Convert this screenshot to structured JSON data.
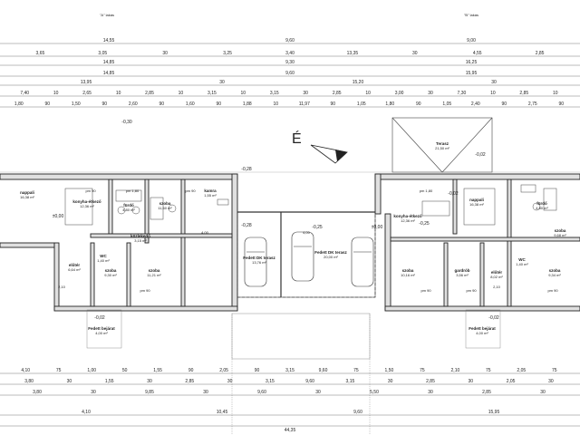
{
  "title_a": "\"A\" lakás",
  "title_b": "\"B\" lakás",
  "north_label": "É",
  "top_dims": {
    "row1": [
      "14,55",
      "9,60",
      "9,00"
    ],
    "row2": [
      "3,65",
      "3,05",
      "30",
      "3,25",
      "3,40",
      "13,35",
      "30",
      "4,55",
      "2,85"
    ],
    "row3": [
      "14,85",
      "9,30",
      "16,25"
    ],
    "row4": [
      "14,85",
      "9,60",
      "15,95"
    ],
    "row5": [
      "13,95",
      "30",
      "15,20",
      "30"
    ],
    "row6": [
      "7,40",
      "10",
      "2,65",
      "10",
      "2,85",
      "10",
      "3,15",
      "10",
      "3,15",
      "30",
      "2,85",
      "10",
      "3,00",
      "30",
      "7,30",
      "10",
      "2,85",
      "10"
    ],
    "row7": [
      "1,80",
      "90",
      "1,50",
      "90",
      "2,60",
      "90",
      "1,60",
      "90",
      "1,88",
      "10",
      "11,97",
      "90",
      "1,05",
      "1,80",
      "90",
      "1,05",
      "2,40",
      "90",
      "2,75",
      "90"
    ]
  },
  "bottom_dims": {
    "row1": [
      "4,10",
      "75",
      "1,00",
      "50",
      "1,55",
      "90",
      "2,05",
      "90",
      "3,15",
      "9,60",
      "75",
      "1,50",
      "75",
      "2,10",
      "75",
      "2,05",
      "75"
    ],
    "row2": [
      "3,80",
      "30",
      "1,55",
      "30",
      "2,85",
      "30",
      "3,15",
      "9,60",
      "3,15",
      "30",
      "2,85",
      "30",
      "2,05",
      "30"
    ],
    "row3": [
      "3,80",
      "30",
      "9,85",
      "30",
      "9,60",
      "30",
      "5,50",
      "30",
      "2,85",
      "30"
    ],
    "row4": [
      "4,10",
      "10,45",
      "9,60",
      "15,95"
    ],
    "total": "44,35"
  },
  "levels": [
    "-0,30",
    "-0,28",
    "-0,28",
    "±0,00",
    "±0,00",
    "-0,02",
    "-0,25",
    "-0,02",
    "-0,02",
    "-0,25",
    "-0,02"
  ],
  "rooms": [
    {
      "name": "nappali",
      "sub": "16,38 m²"
    },
    {
      "name": "konyha-étkező",
      "sub": "12,36 m²"
    },
    {
      "name": "fürdő",
      "sub": "4,80 m²"
    },
    {
      "name": "szoba",
      "sub": "11,60 m²"
    },
    {
      "name": "kamra",
      "sub": "1,55 m²"
    },
    {
      "name": "közlekedő",
      "sub": "3,15 m²"
    },
    {
      "name": "előtér",
      "sub": "6,64 m²"
    },
    {
      "name": "szoba",
      "sub": "9,30 m²"
    },
    {
      "name": "szoba",
      "sub": "11,21 m²"
    },
    {
      "name": "WC",
      "sub": "1,40 m²"
    },
    {
      "name": "Fedett DK terasz",
      "sub": "13,76 m²"
    },
    {
      "name": "Fedett DK terasz",
      "sub": "20,00 m²"
    },
    {
      "name": "Terasz",
      "sub": "21,50 m²"
    },
    {
      "name": "konyha-étkező",
      "sub": "12,36 m²"
    },
    {
      "name": "nappali",
      "sub": "16,38 m²"
    },
    {
      "name": "fürdő",
      "sub": "4,80 m²"
    },
    {
      "name": "szoba",
      "sub": "9,68 m²"
    },
    {
      "name": "szoba",
      "sub": "10,16 m²"
    },
    {
      "name": "gardrób",
      "sub": "3,56 m²"
    },
    {
      "name": "előtér",
      "sub": "8,02 m²"
    },
    {
      "name": "WC",
      "sub": "1,40 m²"
    },
    {
      "name": "szoba",
      "sub": "9,34 m²"
    },
    {
      "name": "Fedett bejárat",
      "sub": "4,00 m²"
    },
    {
      "name": "Fedett bejárat",
      "sub": "4,00 m²"
    }
  ],
  "misc": [
    "pm 90",
    "pm 90",
    "pm 90",
    "pm 90",
    "pm 90",
    "pm 90",
    "pm 1,80",
    "pm 1,80",
    "4,00",
    "4,00",
    "2,10",
    "2,10"
  ]
}
